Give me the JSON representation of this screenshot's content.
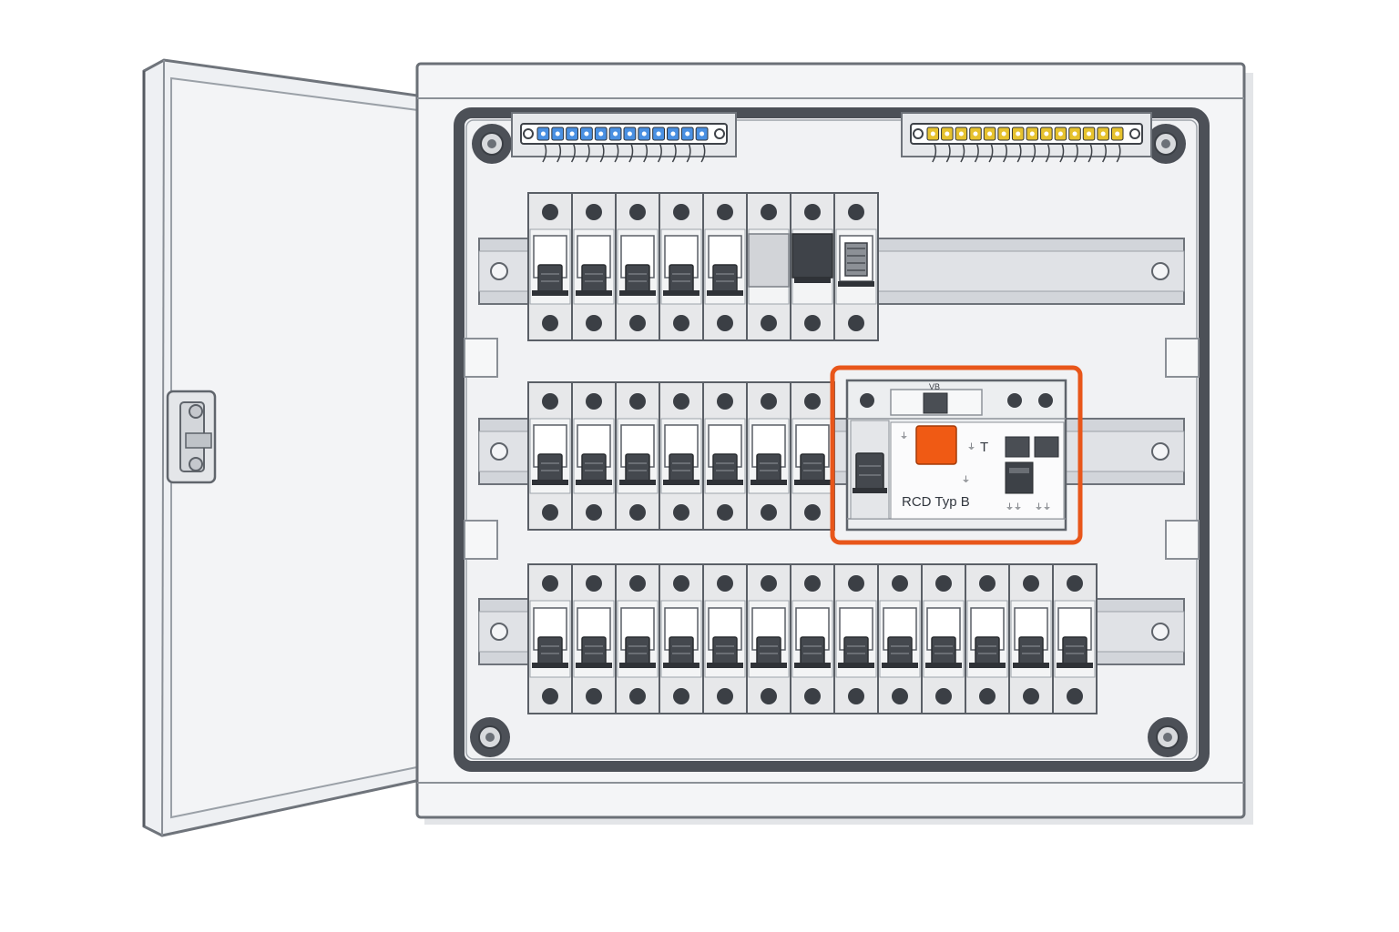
{
  "rcd": {
    "label": "RCD Typ B",
    "highlight_color": "#e8561a",
    "test_button_color": "#f05a14"
  },
  "busbars": [
    {
      "side": "left",
      "color": "#4a90e2",
      "terminals": 12
    },
    {
      "side": "right",
      "color": "#e6c22e",
      "terminals": 14
    }
  ],
  "rows": [
    {
      "breakers": 8
    },
    {
      "breakers": 7
    },
    {
      "breakers": 13
    }
  ],
  "colors": {
    "enclosure": "#f4f5f7",
    "frame": "#4c5057",
    "breaker_body": "#e7e8ea",
    "toggle": "#44484e",
    "din_rail": "#d2d5da"
  }
}
